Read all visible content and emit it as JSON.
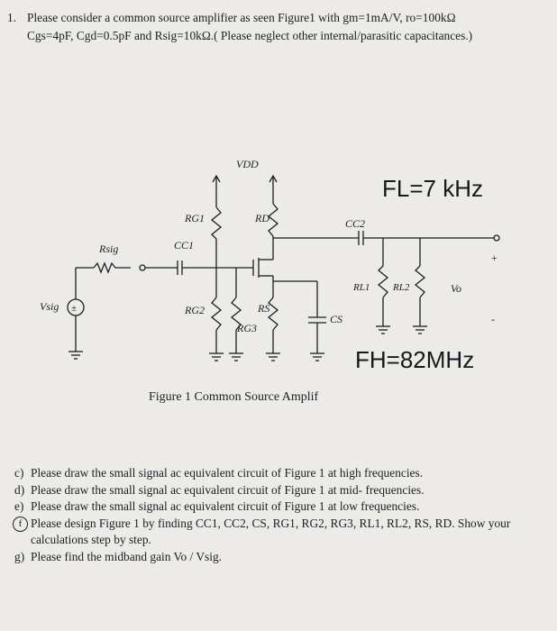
{
  "problem": {
    "number": "1.",
    "line1": "Please consider a common source amplifier as seen Figure1 with gm=1mA/V, ro=100kΩ",
    "line2": "Cgs=4pF, Cgd=0.5pF and Rsig=10kΩ.( Please neglect other internal/parasitic capacitances.)"
  },
  "circuit_labels": {
    "vdd": "VDD",
    "rg1": "RG1",
    "rd": "RD",
    "cc2": "CC2",
    "rsig": "Rsig",
    "cc1": "CC1",
    "rg2": "RG2",
    "rs": "RS",
    "rg3": "RG3",
    "cs": "CS",
    "rl1": "RL1",
    "rl2": "RL2",
    "vo": "Vo",
    "vsig": "Vsig",
    "plus": "+",
    "minus": "-"
  },
  "annotations": {
    "fl": "FL=7 kHz",
    "fh": "FH=82MHz"
  },
  "figure_caption": "Figure 1 Common Source Amplif",
  "questions": [
    {
      "label": "c)",
      "circled": false,
      "text": "Please draw the small signal ac equivalent circuit of Figure 1 at high frequencies."
    },
    {
      "label": "d)",
      "circled": false,
      "text": "Please draw the small signal ac equivalent circuit of Figure 1 at mid- frequencies."
    },
    {
      "label": "e)",
      "circled": false,
      "text": "Please draw the small signal ac equivalent circuit of Figure 1 at low frequencies."
    },
    {
      "label": "f",
      "circled": true,
      "text": "Please design Figure 1 by finding CC1, CC2, CS, RG1, RG2, RG3, RL1, RL2, RS, RD. Show your calculations step by step."
    },
    {
      "label": "g)",
      "circled": false,
      "text": "Please find the midband gain Vo / Vsig."
    }
  ]
}
